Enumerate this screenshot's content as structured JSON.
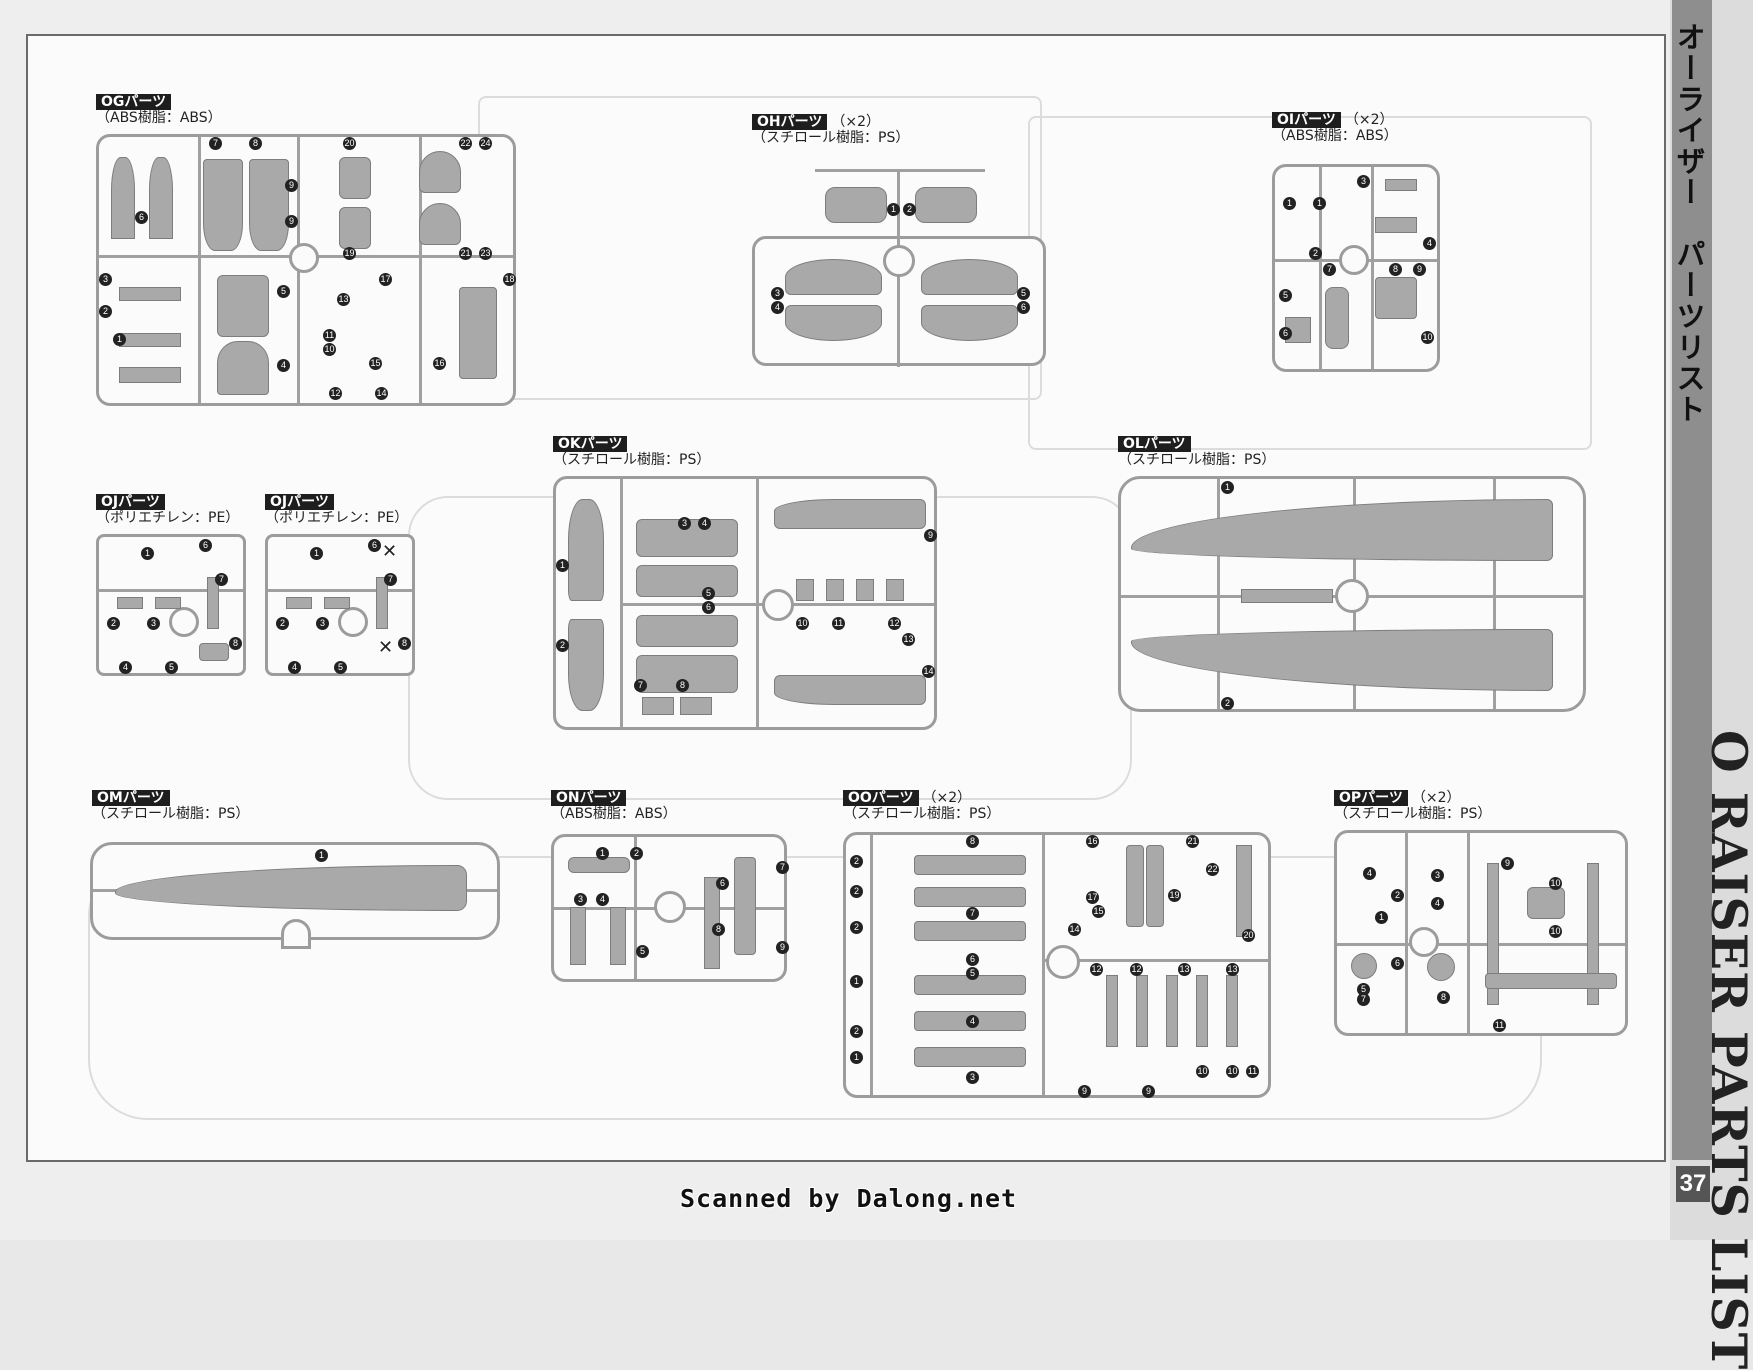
{
  "sidebar": {
    "jp_title": "オーライザー　パーツリスト",
    "en_title": "O RAISER PARTS LIST",
    "page_number": "37"
  },
  "footer": {
    "scan_credit": "Scanned by Dalong.net"
  },
  "groups": {
    "og": {
      "tag": "OGパーツ",
      "mult": "",
      "material": "（ABS樹脂：ABS）"
    },
    "oh": {
      "tag": "OHパーツ",
      "mult": "（×2）",
      "material": "（スチロール樹脂：PS）"
    },
    "oi": {
      "tag": "OIパーツ",
      "mult": "（×2）",
      "material": "（ABS樹脂：ABS）"
    },
    "oj1": {
      "tag": "OJパーツ",
      "mult": "",
      "material": "（ポリエチレン：PE）"
    },
    "oj2": {
      "tag": "OJパーツ",
      "mult": "",
      "material": "（ポリエチレン：PE）"
    },
    "ok": {
      "tag": "OKパーツ",
      "mult": "",
      "material": "（スチロール樹脂：PS）"
    },
    "ol": {
      "tag": "OLパーツ",
      "mult": "",
      "material": "（スチロール樹脂：PS）"
    },
    "om": {
      "tag": "OMパーツ",
      "mult": "",
      "material": "（スチロール樹脂：PS）"
    },
    "on": {
      "tag": "ONパーツ",
      "mult": "",
      "material": "（ABS樹脂：ABS）"
    },
    "oo": {
      "tag": "OOパーツ",
      "mult": "（×2）",
      "material": "（スチロール樹脂：PS）"
    },
    "op": {
      "tag": "OPパーツ",
      "mult": "（×2）",
      "material": "（スチロール樹脂：PS）"
    }
  },
  "colors": {
    "plastic": "#a9a9a9",
    "runner": "#9c9c9c",
    "tag_bg": "#1e1e1e"
  }
}
